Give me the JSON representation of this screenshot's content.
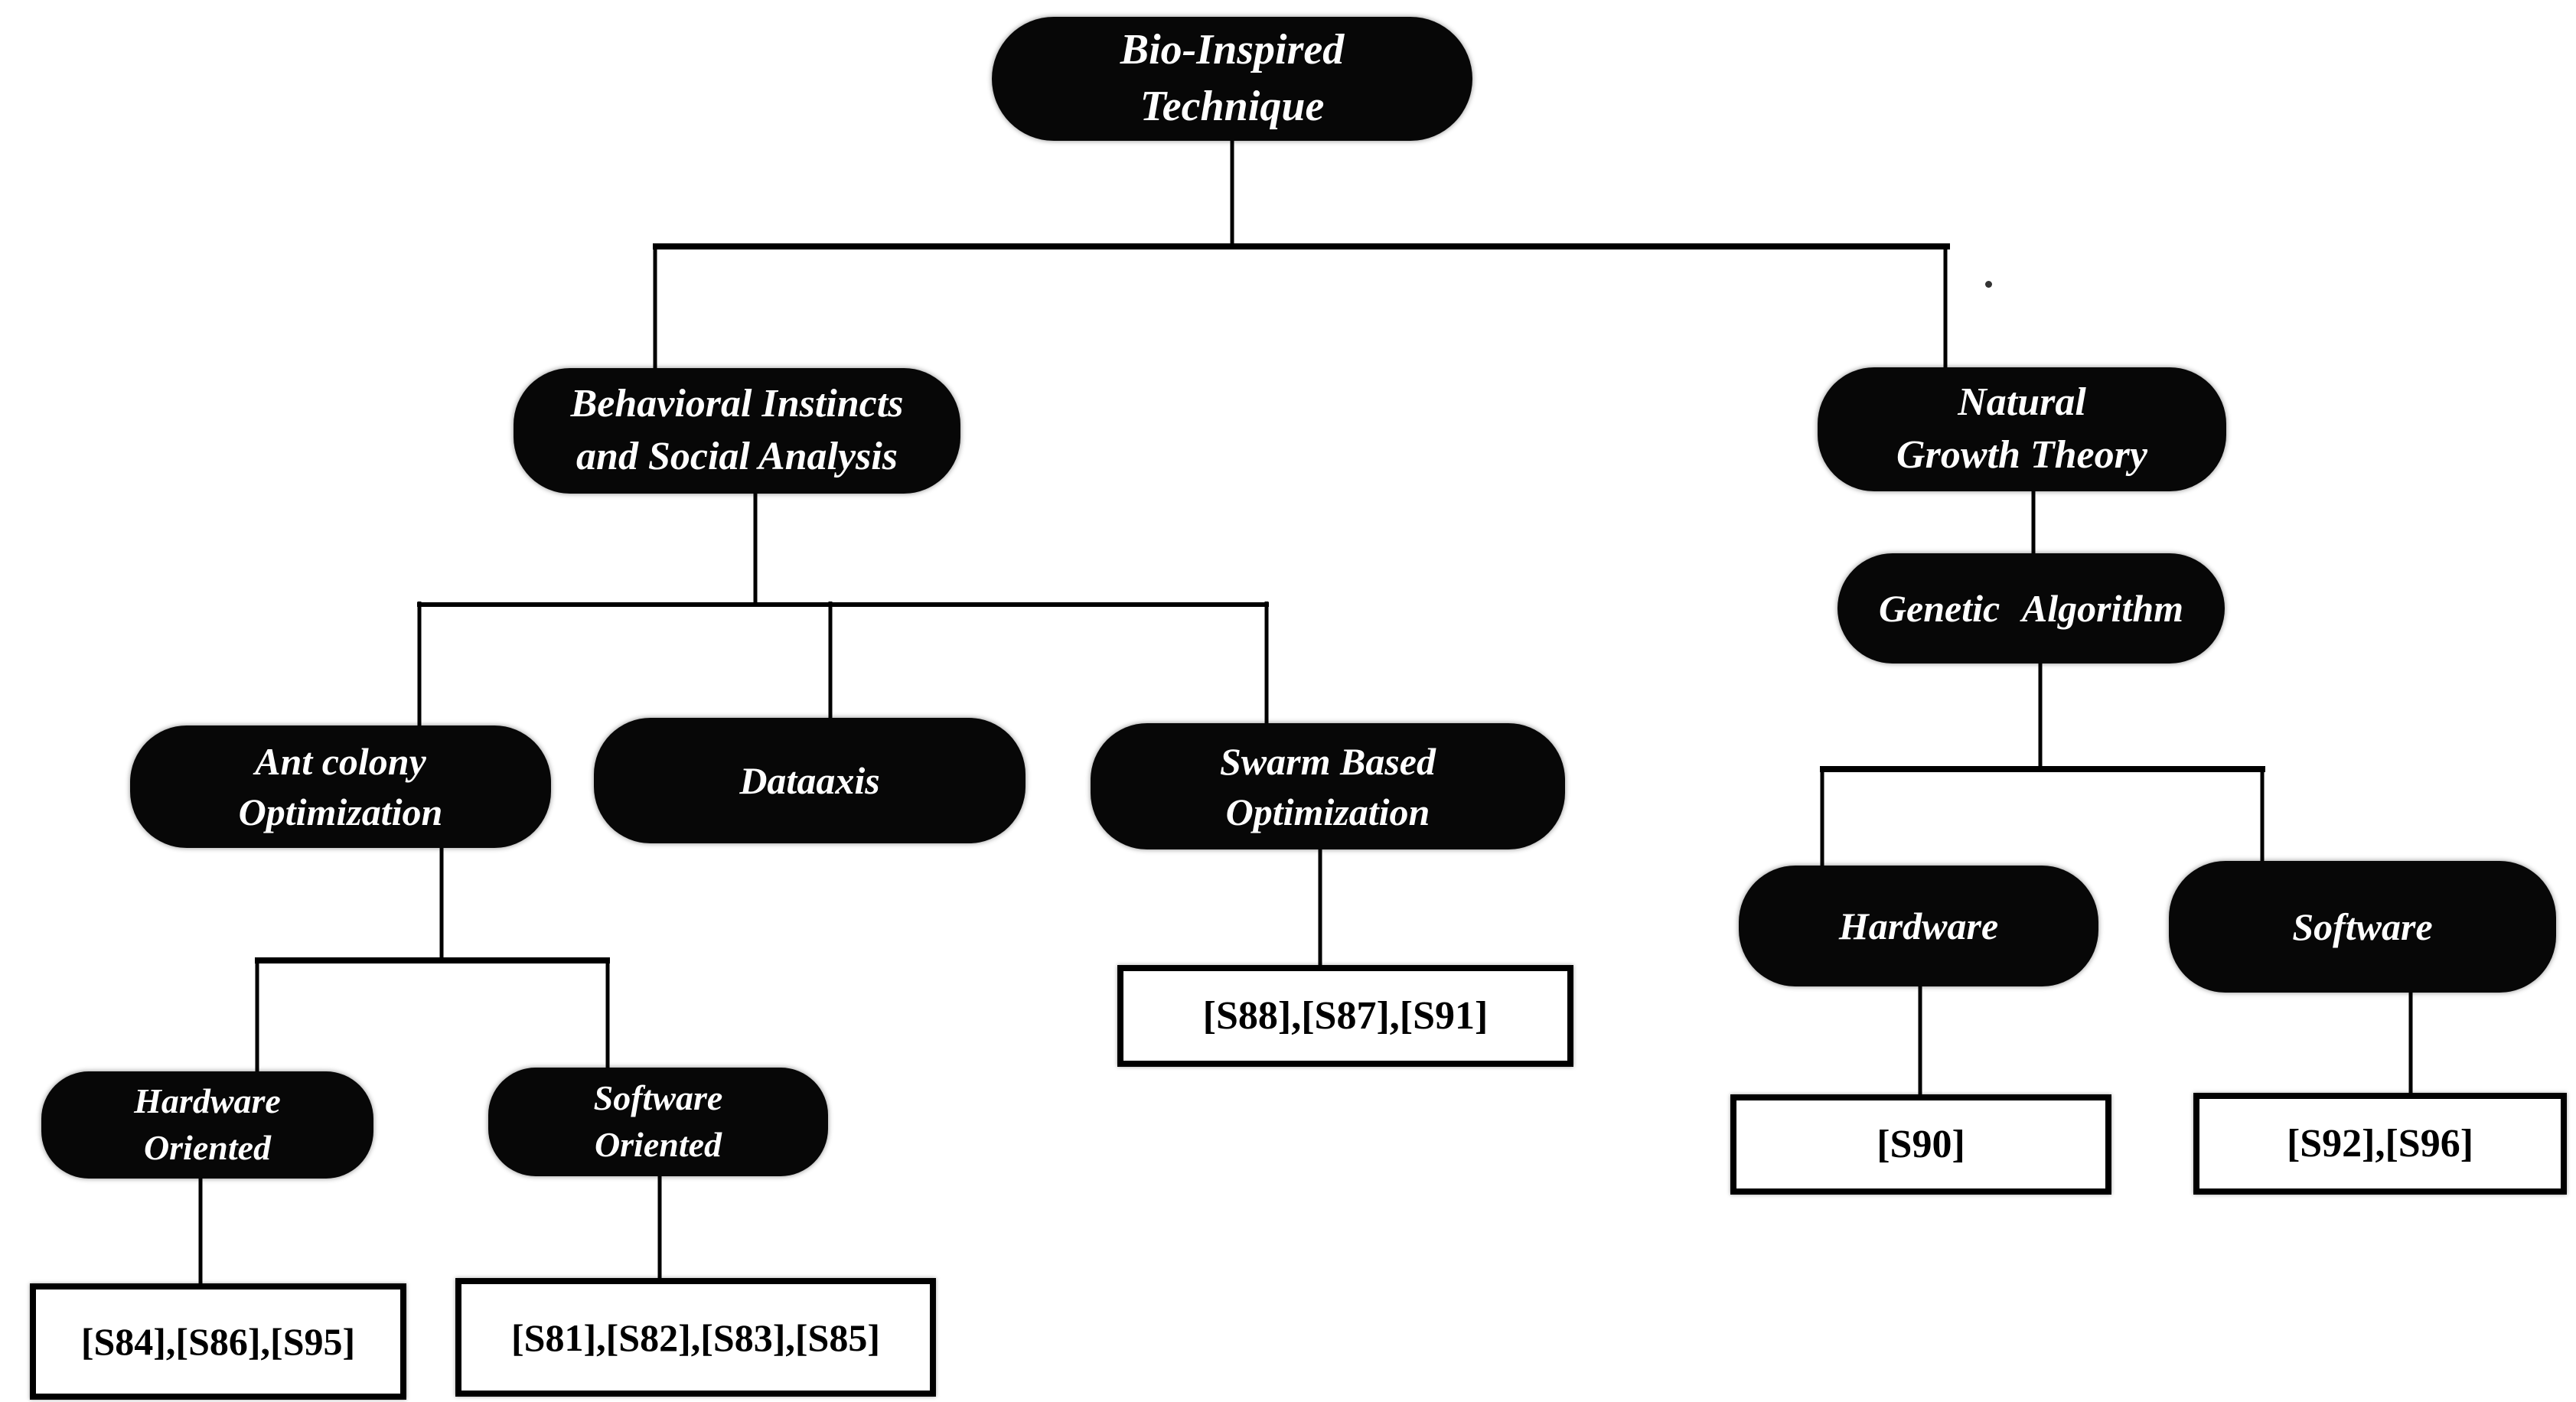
{
  "colors": {
    "background": "#ffffff",
    "node_fill": "#070707",
    "node_text": "#ffffff",
    "connector": "#000000",
    "ref_box_border": "#000000",
    "ref_box_text": "#000000"
  },
  "nodes": {
    "root": {
      "label": "Bio-Inspired\nTechnique"
    },
    "behavioral": {
      "label": "Behavioral Instincts\nand Social Analysis"
    },
    "natural": {
      "label": "Natural\nGrowth Theory"
    },
    "genetic": {
      "label": "Genetic Algorithm"
    },
    "ant": {
      "label": "Ant colony\nOptimization"
    },
    "dataaxis": {
      "label": "Dataaxis"
    },
    "swarm": {
      "label": "Swarm Based\nOptimization"
    },
    "ga_hardware": {
      "label": "Hardware"
    },
    "ga_software": {
      "label": "Software"
    },
    "hw_oriented": {
      "label": "Hardware\nOriented"
    },
    "sw_oriented": {
      "label": "Software\nOriented"
    }
  },
  "refs": {
    "swarm_refs": {
      "label": "[S88],[S87],[S91]"
    },
    "ga_hardware_refs": {
      "label": "[S90]"
    },
    "ga_software_refs": {
      "label": "[S92],[S96]"
    },
    "hw_oriented_refs": {
      "label": "[S84],[S86],[S95]"
    },
    "sw_oriented_refs": {
      "label": "[S81],[S82],[S83],[S85]"
    }
  },
  "edges": [
    {
      "from": "Bio-Inspired Technique",
      "to": "Behavioral Instincts and Social Analysis"
    },
    {
      "from": "Bio-Inspired Technique",
      "to": "Natural Growth Theory"
    },
    {
      "from": "Behavioral Instincts and Social Analysis",
      "to": "Ant colony Optimization"
    },
    {
      "from": "Behavioral Instincts and Social Analysis",
      "to": "Dataaxis"
    },
    {
      "from": "Behavioral Instincts and Social Analysis",
      "to": "Swarm Based Optimization"
    },
    {
      "from": "Ant colony Optimization",
      "to": "Hardware Oriented"
    },
    {
      "from": "Ant colony Optimization",
      "to": "Software Oriented"
    },
    {
      "from": "Swarm Based Optimization",
      "to": "[S88],[S87],[S91]"
    },
    {
      "from": "Natural Growth Theory",
      "to": "Genetic Algorithm"
    },
    {
      "from": "Genetic Algorithm",
      "to": "Hardware"
    },
    {
      "from": "Genetic Algorithm",
      "to": "Software"
    },
    {
      "from": "Hardware",
      "to": "[S90]"
    },
    {
      "from": "Software",
      "to": "[S92],[S96]"
    },
    {
      "from": "Hardware Oriented",
      "to": "[S84],[S86],[S95]"
    },
    {
      "from": "Software Oriented",
      "to": "[S81],[S82],[S83],[S85]"
    }
  ]
}
